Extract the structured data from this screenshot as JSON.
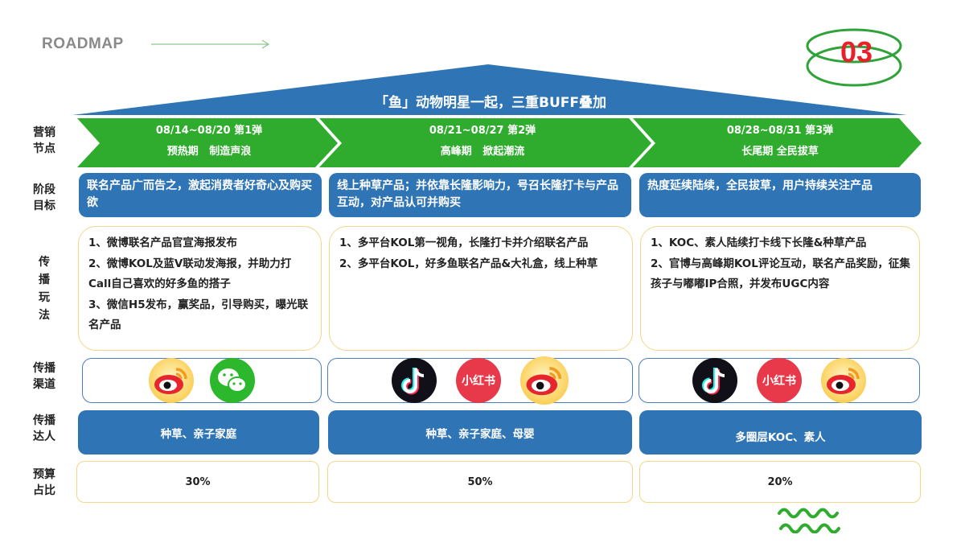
{
  "header": {
    "roadmap_label": "ROADMAP",
    "page_number": "03",
    "theme_title": "「鱼」动物明星一起，三重BUFF叠加"
  },
  "colors": {
    "primary_blue": "#2f74b5",
    "stage_green": "#2fac2e",
    "accent_red": "#e8202a",
    "border_yellow": "#f4d68a"
  },
  "row_labels": {
    "marketing_node": [
      "营销",
      "节点"
    ],
    "stage_goal": [
      "阶段",
      "目标"
    ],
    "tactics": [
      "传",
      "播",
      "玩",
      "法"
    ],
    "channels": [
      "传播",
      "渠道"
    ],
    "talent": [
      "传播",
      "达人"
    ],
    "budget": [
      "预算",
      "占比"
    ]
  },
  "phases": [
    {
      "dates": "08/14~08/20 第1弹",
      "stage": "预热期   制造声浪",
      "goal": "联名产品广而告之，激起消费者好奇心及购买欲",
      "tactics": [
        "1、微博联名产品官宣海报发布",
        "2、微博KOL及蓝V联动发海报，并助力打Call自己喜欢的好多鱼的搭子",
        "3、微信H5发布，赢奖品，引导购买，曝光联名产品"
      ],
      "channels": [
        "weibo-icon",
        "wechat-icon"
      ],
      "talent": "种草、亲子家庭",
      "budget": "30%"
    },
    {
      "dates": "08/21~08/27 第2弹",
      "stage": "高峰期   掀起潮流",
      "goal": "线上种草产品；并依靠长隆影响力，号召长隆打卡与产品互动，对产品认可并购买",
      "tactics": [
        "1、多平台KOL第一视角，长隆打卡并介绍联名产品",
        "2、多平台KOL，好多鱼联名产品&大礼盒，线上种草"
      ],
      "channels": [
        "douyin-icon",
        "xiaohongshu-icon",
        "weibo-icon"
      ],
      "talent": "种草、亲子家庭、母婴",
      "budget": "50%"
    },
    {
      "dates": "08/28~08/31 第3弹",
      "stage": "长尾期 全民拔草",
      "goal": "热度延续陆续，全民拔草，用户持续关注产品",
      "tactics": [
        "1、KOC、素人陆续打卡线下长隆&种草产品",
        "2、官博与高峰期KOL评论互动，联名产品奖励，征集孩子与嘟嘟IP合照，并发布UGC内容"
      ],
      "channels": [
        "douyin-icon",
        "xiaohongshu-icon",
        "weibo-icon"
      ],
      "talent": "多圈层KOC、素人",
      "budget": "20%"
    }
  ],
  "xiaohongshu_label": "小红书"
}
